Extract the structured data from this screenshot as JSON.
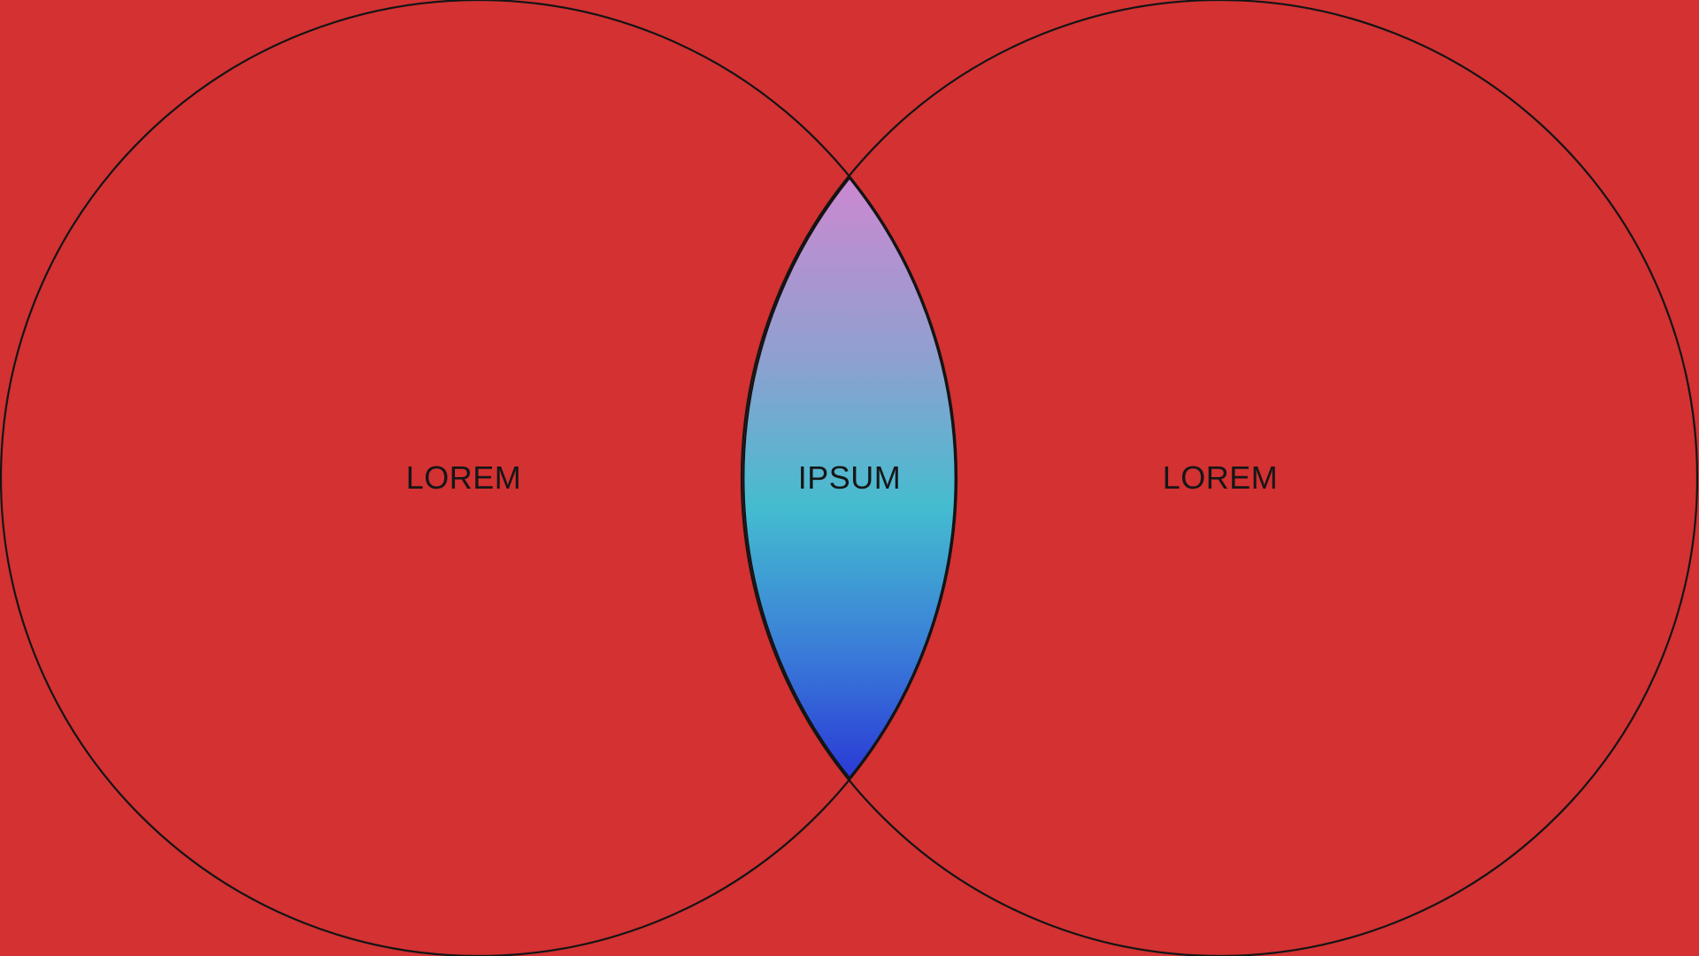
{
  "diagram": {
    "type": "venn",
    "left_set_label": "LOREM",
    "intersection_label": "IPSUM",
    "right_set_label": "LOREM"
  },
  "colors": {
    "background": "#d33132",
    "circle_fill": "#d33132",
    "outline": "#141414",
    "intersection_gradient_top": "#c88cd2",
    "intersection_gradient_mid": "#44bccf",
    "intersection_gradient_bottom": "#2a3ad6",
    "label_text": "#161616"
  }
}
